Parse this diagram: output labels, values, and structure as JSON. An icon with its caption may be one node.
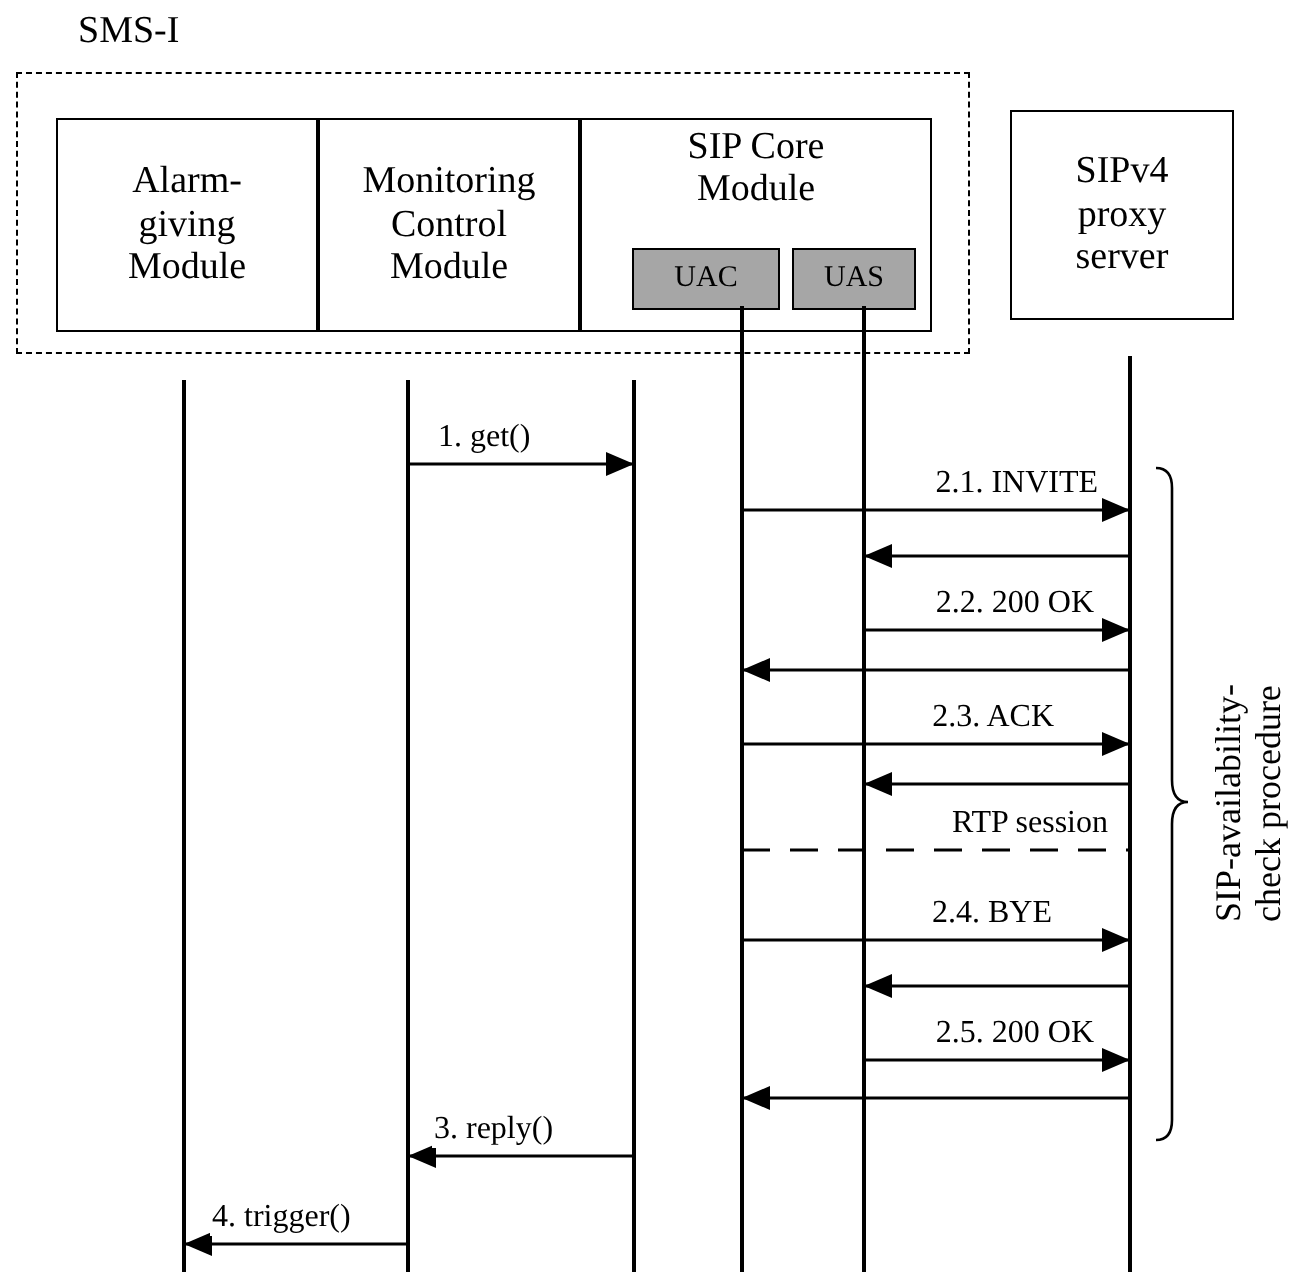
{
  "diagram": {
    "nodes": [
      {
        "text": [
          "SMS-I"
        ]
      },
      {
        "text": [
          "Alarm-giving Module"
        ],
        "in": 0
      },
      {
        "text": [
          "Monitoring Control Module"
        ],
        "in": 0
      },
      {
        "text": [
          "SIP Core Module"
        ],
        "in": 0
      },
      {
        "text": [
          "UAC"
        ],
        "in": 3
      },
      {
        "text": [
          "UAS"
        ],
        "in": 3
      },
      {
        "text": [
          "SIPv4 proxy server"
        ]
      },
      {
        "text": [],
        "shape": "bar"
      },
      {
        "text": [],
        "shape": "bar"
      },
      {
        "text": [],
        "shape": "bar"
      },
      {
        "text": [],
        "shape": "bar"
      },
      {
        "text": [],
        "shape": "bar"
      },
      {
        "text": [],
        "shape": "bar"
      }
    ],
    "edges": [
      {
        "from": 8,
        "to": 9,
        "arrow": "to",
        "label": "1. get()"
      },
      {
        "from": 10,
        "to": 12,
        "arrow": "to",
        "label": "2.1. INVITE"
      },
      {
        "from": 12,
        "to": 11,
        "arrow": "to"
      },
      {
        "from": 11,
        "to": 12,
        "arrow": "to",
        "label": "2.2. 200 OK"
      },
      {
        "from": 12,
        "to": 10,
        "arrow": "to"
      },
      {
        "from": 10,
        "to": 12,
        "arrow": "to",
        "label": "2.3. ACK"
      },
      {
        "from": 12,
        "to": 11,
        "arrow": "to"
      },
      {
        "from": 10,
        "to": 12,
        "arrow": "none",
        "label": "RTP session",
        "style": "dashed"
      },
      {
        "from": 10,
        "to": 12,
        "arrow": "to",
        "label": "2.4. BYE"
      },
      {
        "from": 12,
        "to": 11,
        "arrow": "to"
      },
      {
        "from": 11,
        "to": 12,
        "arrow": "to",
        "label": "2.5. 200 OK"
      },
      {
        "from": 12,
        "to": 10,
        "arrow": "to"
      },
      {
        "from": 9,
        "to": 8,
        "arrow": "to",
        "label": "3. reply()"
      },
      {
        "from": 8,
        "to": 7,
        "arrow": "to",
        "label": "4. trigger()"
      }
    ],
    "labels": [
      "SIP-availability-check procedure"
    ]
  }
}
